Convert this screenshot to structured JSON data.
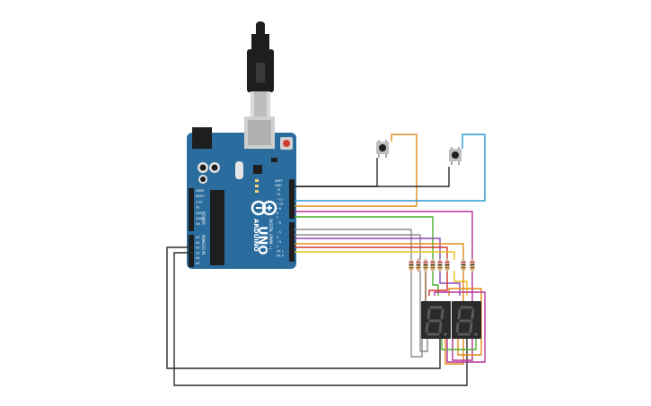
{
  "board": {
    "brand": "ARDUINO",
    "model": "UNO",
    "ref_label": "AREF",
    "gnd_label": "GND",
    "digital_pins": [
      "13",
      "12",
      "~11",
      "~10",
      "~9",
      "8",
      "7",
      "~6",
      "~5",
      "4",
      "~3",
      "2",
      "TX 1",
      "RX 0"
    ],
    "power_pins": [
      "IOREF",
      "RESET",
      "3.3V",
      "5V",
      "GND",
      "GND",
      "Vin"
    ],
    "analog_pins": [
      "A0",
      "A1",
      "A2",
      "A3",
      "A4",
      "A5"
    ],
    "power_label": "POWER",
    "analog_label": "ANALOG IN",
    "digital_label": "DIGITAL (PWM ~)",
    "color": "#2b6c9e"
  },
  "usb_cable": {
    "color": "#1e1e1e"
  },
  "buttons": [
    {
      "name": "pushbutton-1"
    },
    {
      "name": "pushbutton-2"
    }
  ],
  "displays": [
    {
      "digit": "8."
    },
    {
      "digit": "8."
    }
  ],
  "resistor_count": 8,
  "wire_colors": {
    "orange": "#e08a1e",
    "blue": "#2c9ad6",
    "black": "#2a2a2a",
    "magenta": "#b5309a",
    "green": "#4caf2e",
    "gray": "#8c8c8c",
    "red": "#d6332a",
    "yellow": "#e8c21a",
    "brown": "#8a5a2b"
  }
}
